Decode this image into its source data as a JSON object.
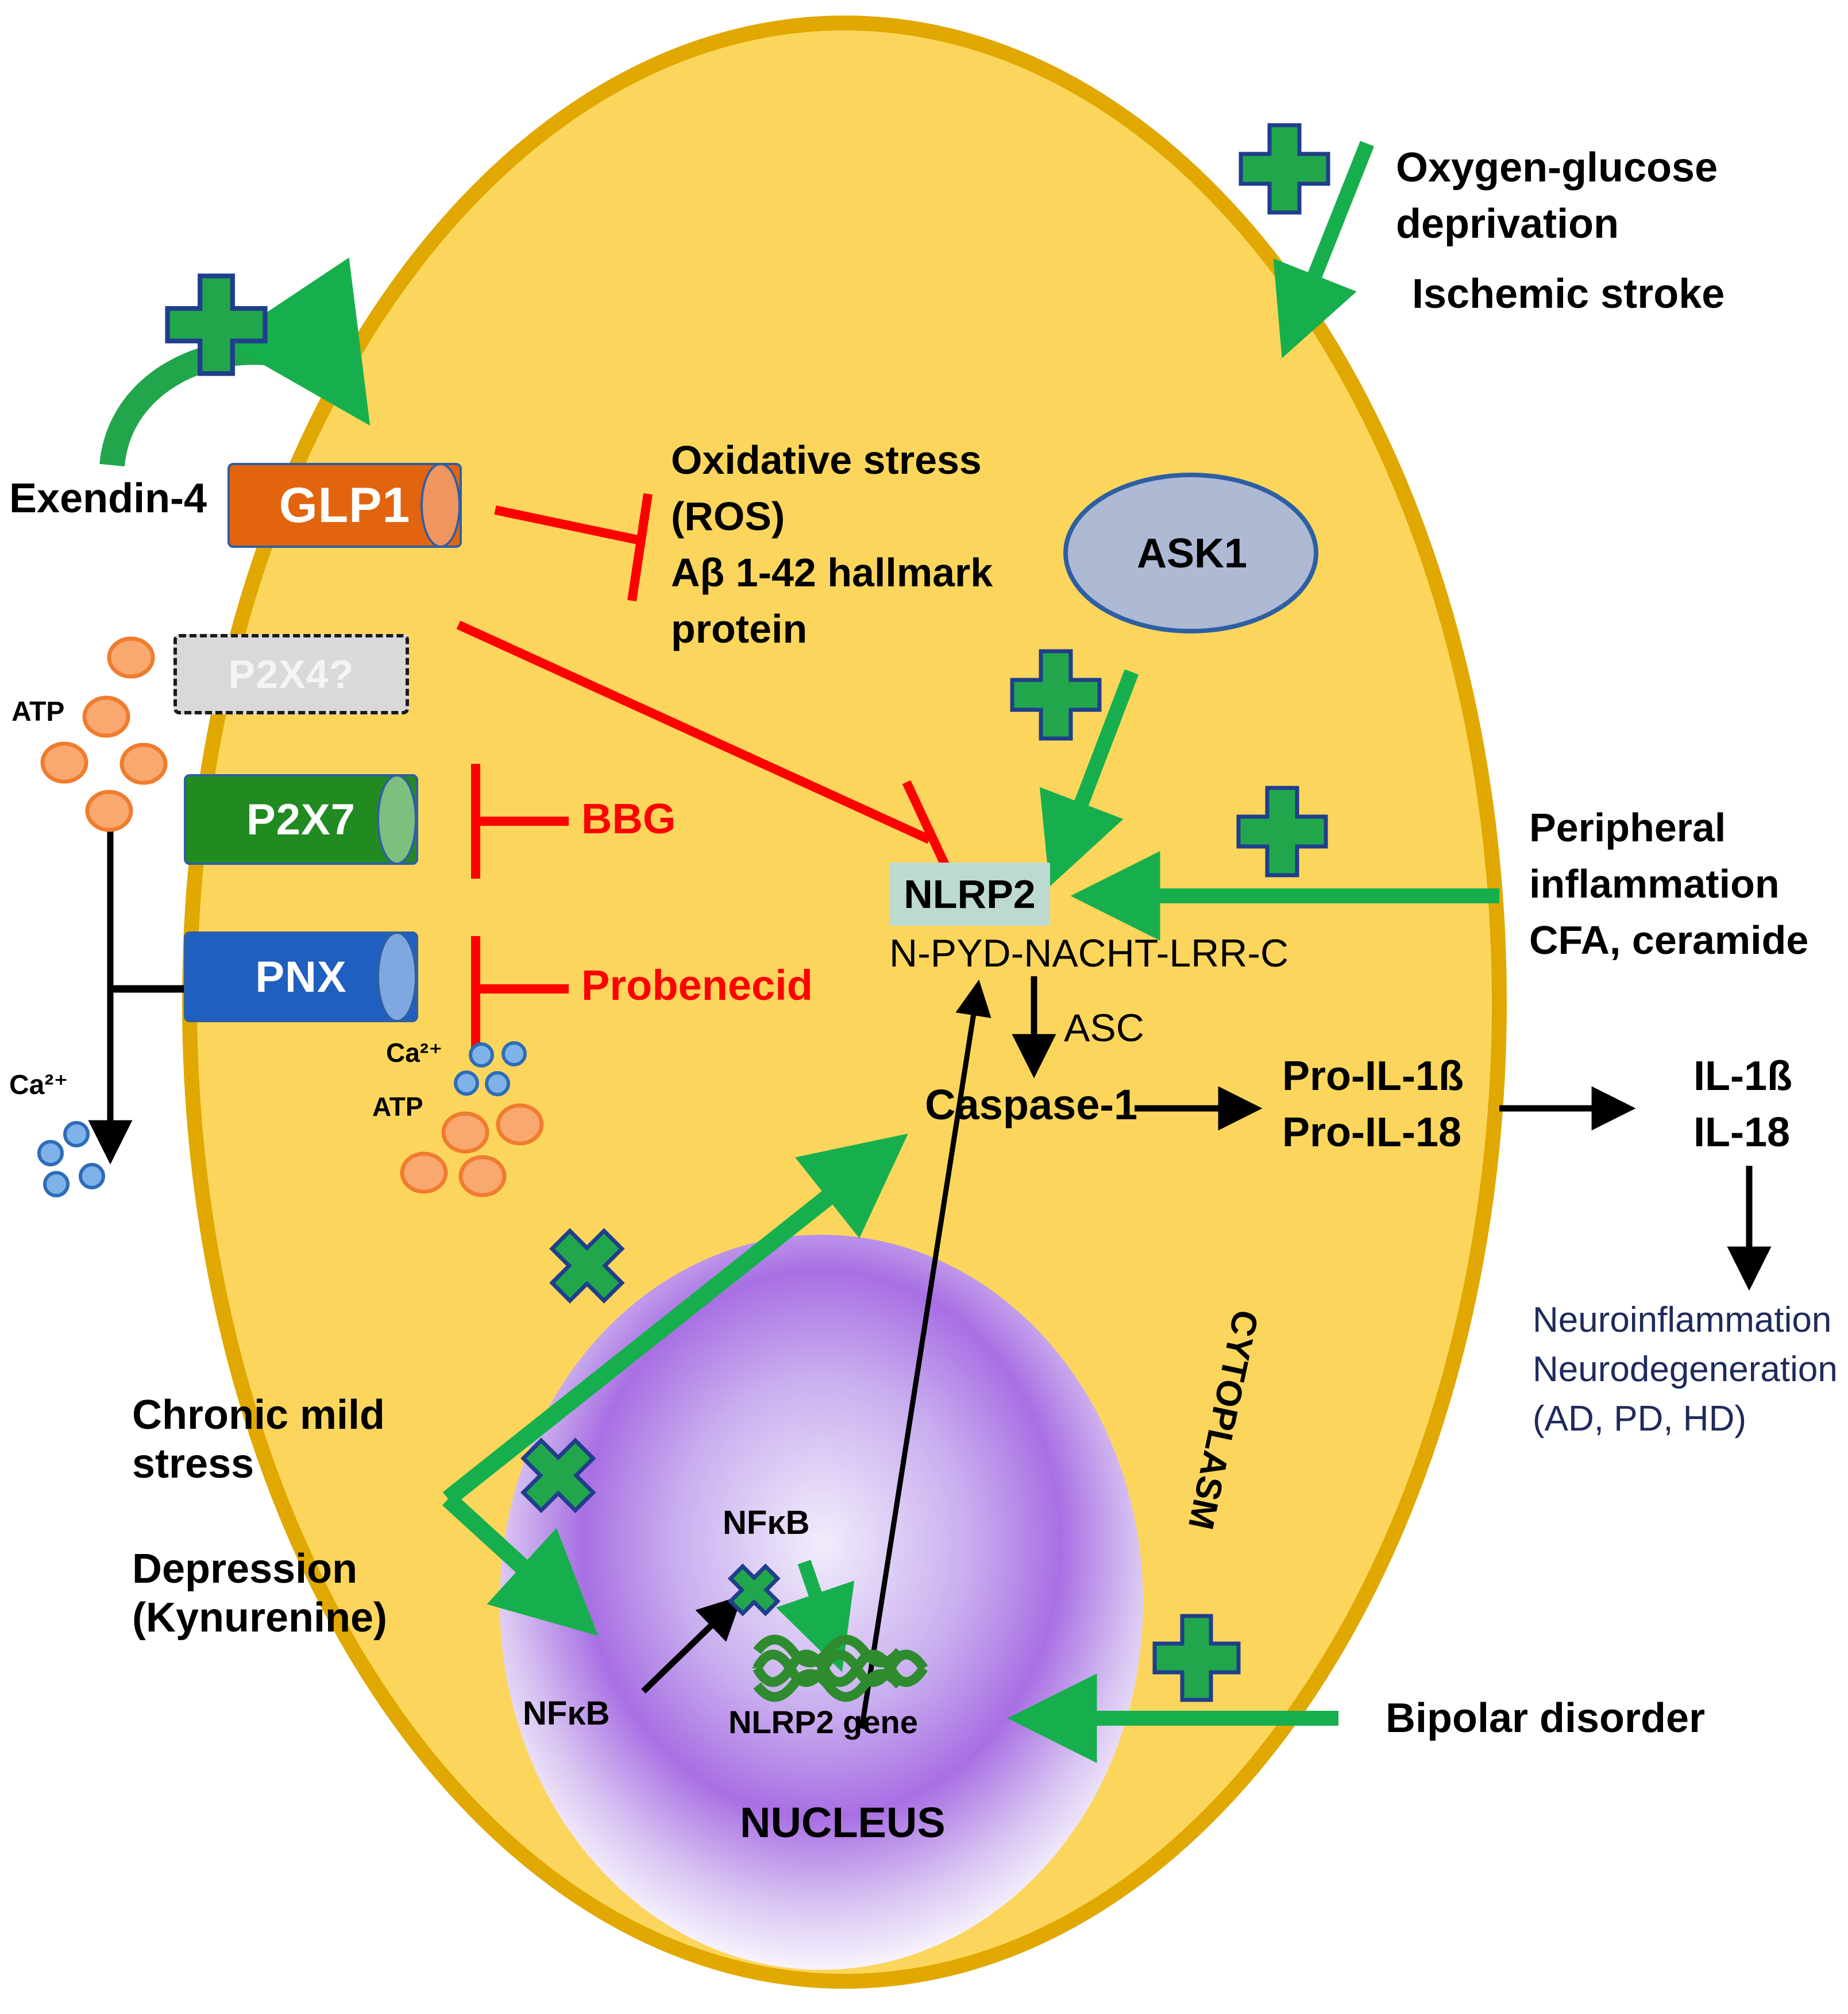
{
  "title": "NLRP2 inflammasome signalling pathway in a brain cell",
  "cell": {
    "cytoplasm_label": "CYTOPLASM",
    "nucleus_label": "NUCLEUS",
    "fill": "#FCD65C",
    "border": "#E0A800"
  },
  "membrane_channels": [
    {
      "id": "glp1",
      "label": "GLP1",
      "fill": "#E2640F",
      "cap": "#F09460",
      "stroke": "#2E5FA3",
      "dashed": false
    },
    {
      "id": "p2x4",
      "label": "P2X4?",
      "fill": "#D9D9D9",
      "cap": "#D9D9D9",
      "stroke": "#1A1A1A",
      "dashed": true
    },
    {
      "id": "p2x7",
      "label": "P2X7",
      "fill": "#218A21",
      "cap": "#7DBF7D",
      "stroke": "#2E5FA3",
      "dashed": false
    },
    {
      "id": "pnx",
      "label": "PNX",
      "fill": "#1F5FBF",
      "cap": "#7FA8E0",
      "stroke": "#2E5FA3",
      "dashed": false
    }
  ],
  "left_labels": {
    "exendin": "Exendin-4",
    "atp_outside": "ATP",
    "ca_outside": "Ca²⁺",
    "chronic_mild_stress": "Chronic mild\nstress",
    "depression": "Depression\n(Kynurenine)"
  },
  "inhibitors": [
    {
      "id": "bbg",
      "label": "BBG",
      "target": "P2X7",
      "color": "#FF0000"
    },
    {
      "id": "probenecid",
      "label": "Probenecid",
      "target": "PNX",
      "color": "#FF0000"
    }
  ],
  "cytoplasm_species": {
    "ca_inside": "Ca²⁺",
    "atp_inside": "ATP"
  },
  "stress_block": {
    "line1": "Oxidative stress",
    "line2": "(ROS)",
    "line3": "Aβ 1-42 hallmark",
    "line4": "protein"
  },
  "kinase": {
    "label": "ASK1",
    "fill": "#AEB9D4",
    "stroke": "#2E5FA3"
  },
  "inflammasome": {
    "name": "NLRP2",
    "domains": "N-PYD-NACHT-LRR-C",
    "adaptor": "ASC",
    "effector": "Caspase-1",
    "pro_cytokines": "Pro-IL-1ß\nPro-IL-18",
    "pro_cytokine_1": "Pro-IL-1ß",
    "pro_cytokine_2": "Pro-IL-18",
    "highlight": "#BCD9D2"
  },
  "mature_cytokines": {
    "line1": "IL-1ß",
    "line2": "IL-18"
  },
  "outcome": {
    "line1": "Neuroinflammation",
    "line2": "Neurodegeneration",
    "line3": "(AD, PD, HD)",
    "color": "#1F2A5B"
  },
  "stimuli": {
    "ogd": "Oxygen-glucose\ndeprivation",
    "ogd_l1": "Oxygen-glucose",
    "ogd_l2": "deprivation",
    "ischemic_stroke": "Ischemic stroke",
    "peripheral_l1": "Peripheral",
    "peripheral_l2": "inflammation",
    "peripheral_l3": "CFA, ceramide",
    "bipolar": "Bipolar disorder"
  },
  "nucleus": {
    "nfkb_cyto": "NFκB",
    "nfkb_nuc": "NFκB",
    "gene": "NLRP2 gene",
    "gene_color": "#2E8B2E"
  },
  "icons": {
    "activation_plus": "plus-icon",
    "inhibition_bar": "inhibition-bar-icon",
    "arrow": "arrow-icon"
  },
  "colors": {
    "green_arrow": "#17AF4E",
    "plus_fill": "#22A64B",
    "plus_stroke": "#1F3E8C",
    "red_inhibit": "#FF0000",
    "black_arrow": "#000000",
    "atp_dot": "#F59A62",
    "ca_dot": "#6FA8DC",
    "nucleus_purple": "#A06AE0"
  }
}
